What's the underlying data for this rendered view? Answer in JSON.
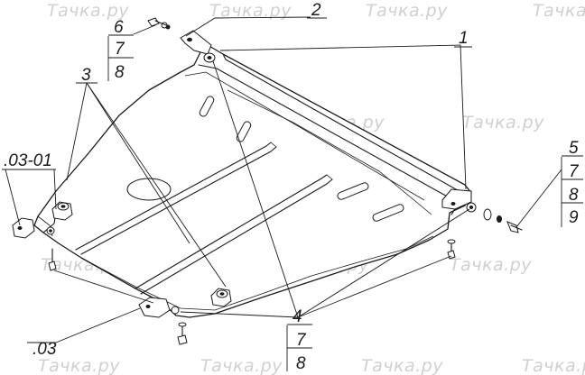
{
  "watermark": "Тачка.ру",
  "callouts": {
    "c1": {
      "label": "1"
    },
    "c2": {
      "label": "2"
    },
    "c3": {
      "label": "3"
    },
    "c4": {
      "label": "4"
    },
    "c5": {
      "label": "5"
    },
    "c6": {
      "label": "6"
    },
    "c7a": {
      "label": "7"
    },
    "c8a": {
      "label": "8"
    },
    "c7b": {
      "label": "7"
    },
    "c8b": {
      "label": "8"
    },
    "c9": {
      "label": "9"
    },
    "c7c": {
      "label": "7"
    },
    "c8c": {
      "label": "8"
    },
    "c0301": {
      "label": ".03-01"
    },
    "c03": {
      "label": ".03"
    }
  }
}
